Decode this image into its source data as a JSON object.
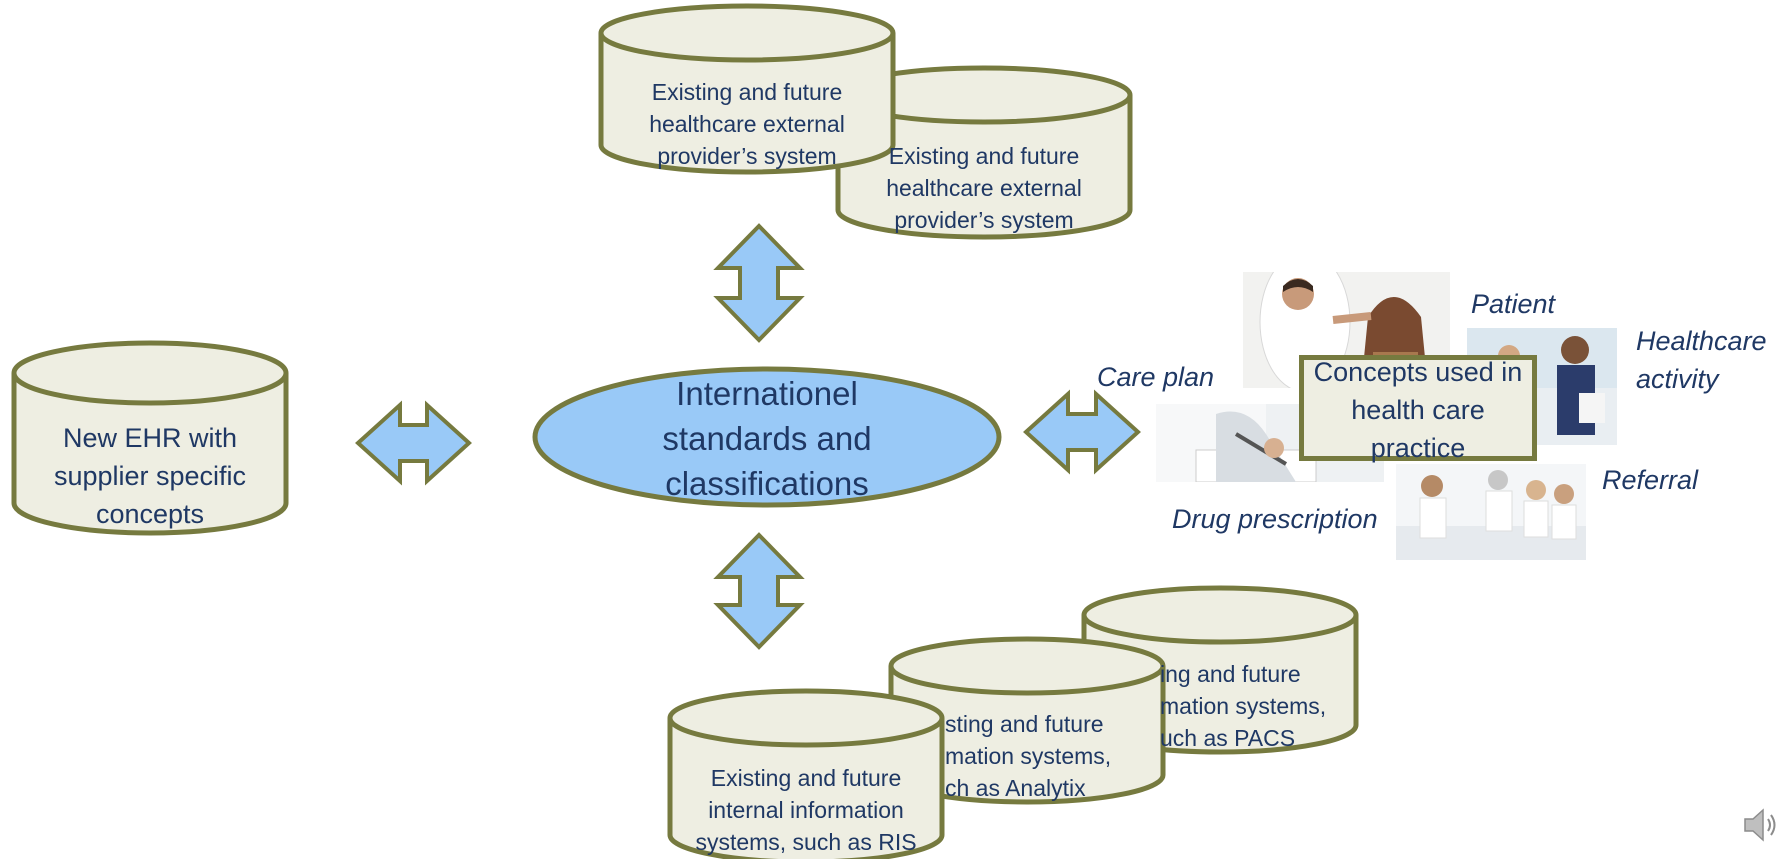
{
  "diagram": {
    "top_systems": [
      "Existing and future healthcare external provider’s system",
      "Existing and future healthcare external provider’s system"
    ],
    "left_system": "New EHR with supplier specific concepts",
    "center": "Internationel standards and classifications",
    "bottom_systems": {
      "ris": "Existing and future internal information systems, such as RIS",
      "analytix": "Existing and future internal information systems, such as Analytix",
      "pacs": "Existing and future internal information systems, such as PACS"
    },
    "bottom_visible_fragments": {
      "analytix_lines": [
        "sting and future",
        "mation systems,",
        "ch as Analytix"
      ],
      "pacs_lines": [
        "ing and future",
        "mation systems,",
        "uch as PACS"
      ]
    },
    "concepts_box": "Concepts used in health care practice",
    "concept_labels": {
      "patient": "Patient",
      "healthcare_activity_line1": "Healthcare",
      "healthcare_activity_line2": "activity",
      "care_plan": "Care plan",
      "referral": "Referral",
      "drug_prescription": "Drug prescription"
    }
  },
  "colors": {
    "cylinder_fill": "#eeeee2",
    "cylinder_stroke": "#767a3f",
    "ellipse_fill": "#99c9f7",
    "arrow_fill": "#99c9f7",
    "arrow_stroke": "#767a3f",
    "text": "#1f3864"
  },
  "icons": {
    "speaker": "speaker-icon"
  }
}
